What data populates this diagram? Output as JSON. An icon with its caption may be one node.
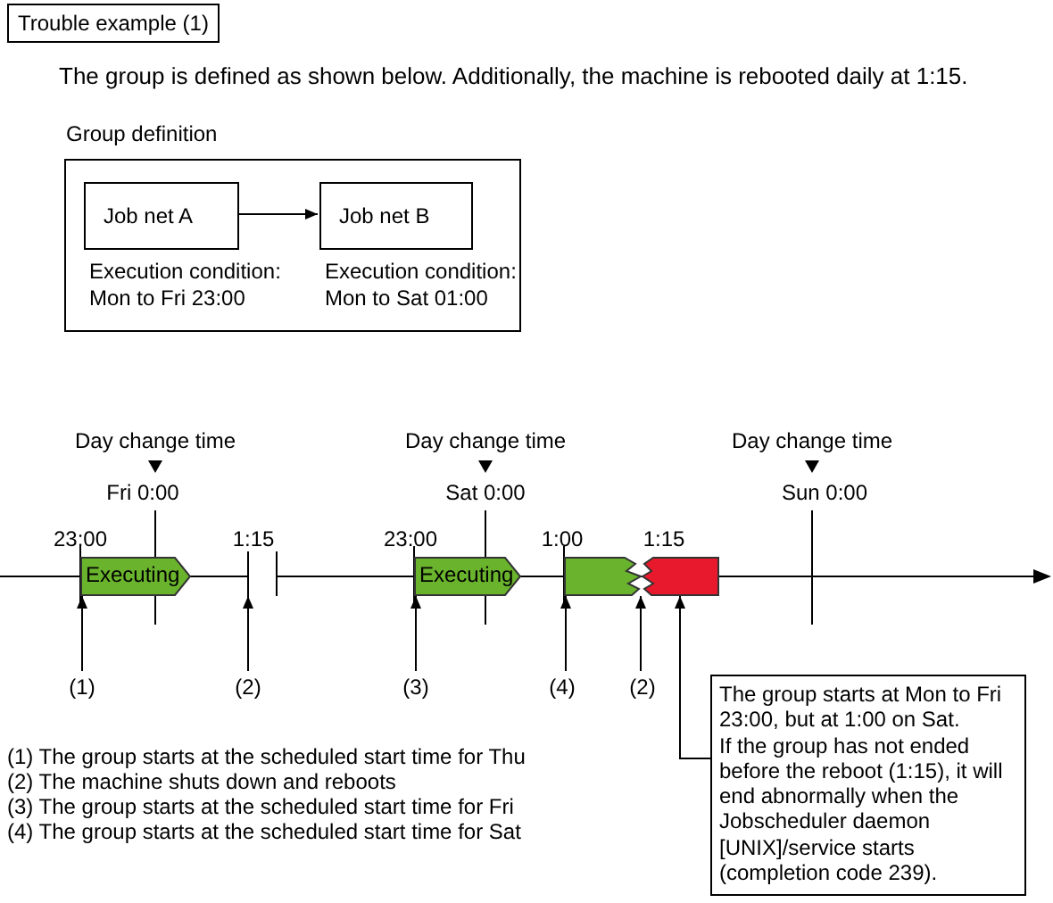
{
  "diagram": {
    "nodes": [
      {
        "text": [
          "Trouble example (1)"
        ]
      },
      {
        "text": [
          "Group definition"
        ]
      },
      {
        "text": [
          "Job net A"
        ],
        "in": 1,
        "beside": [
          "Execution condition: Mon to Fri 23:00"
        ]
      },
      {
        "text": [
          "Job net B"
        ],
        "in": 1,
        "beside": [
          "Execution condition: Mon to Sat 01:00"
        ]
      },
      {
        "text": [
          "Executing"
        ],
        "beside": [
          "23:00"
        ]
      },
      {
        "text": [
          "Executing"
        ],
        "beside": [
          "23:00"
        ]
      },
      {
        "text": [],
        "shape": "box",
        "beside": [
          "1:00"
        ]
      },
      {
        "text": [],
        "shape": "box"
      },
      {
        "text": [
          "(1)"
        ]
      },
      {
        "text": [
          "(2)"
        ]
      },
      {
        "text": [
          "(3)"
        ]
      },
      {
        "text": [
          "(4)"
        ]
      },
      {
        "text": [
          "(2)"
        ]
      },
      {
        "text": [
          "The group starts at Mon to Fri 23:00, but at 1:00 on Sat.",
          "If the group has not ended before the reboot (1:15), it will end abnormally when the Jobscheduler daemon [UNIX]/service starts (completion code 239)."
        ]
      },
      {
        "text": [],
        "shape": "bar"
      }
    ],
    "edges": [
      {
        "from": 2,
        "to": 3,
        "arrow": "to"
      },
      {
        "from": 8,
        "to": 4,
        "arrow": "to"
      },
      {
        "from": 9,
        "to": 14,
        "arrow": "to"
      },
      {
        "from": 10,
        "to": 5,
        "arrow": "to"
      },
      {
        "from": 11,
        "to": 6,
        "arrow": "to"
      },
      {
        "from": 12,
        "to": 6,
        "arrow": "to"
      },
      {
        "from": 13,
        "to": 7,
        "arrow": "to"
      }
    ],
    "labels": [
      "The group is defined as shown below. Additionally, the machine is rebooted daily at 1:15.",
      "Day change time",
      "Day change time",
      "Day change time",
      "Fri 0:00",
      "Sat 0:00",
      "Sun 0:00",
      "1:15",
      "1:15",
      "(1) The group starts at the scheduled start time for Thu",
      "(2) The machine shuts down and reboots",
      "(3) The group starts at the scheduled start time for Fri",
      "(4) The group starts at the scheduled start time for Sat"
    ]
  }
}
